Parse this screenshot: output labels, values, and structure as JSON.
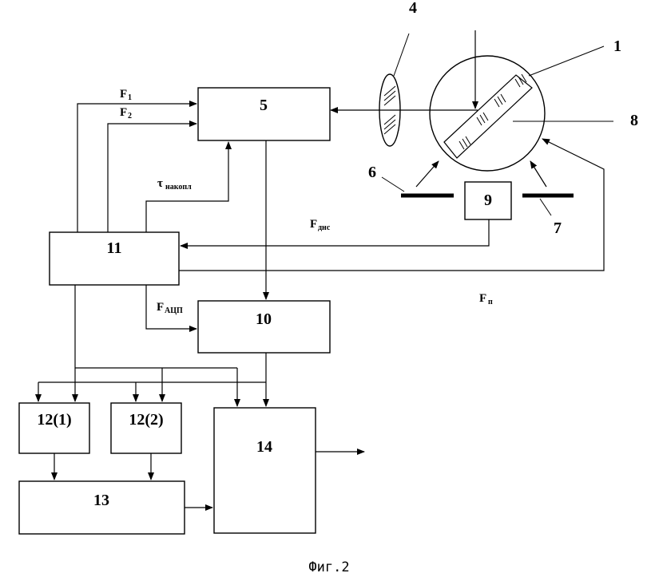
{
  "blocks": {
    "b5": "5",
    "b9": "9",
    "b10": "10",
    "b11": "11",
    "b12_1": "12(1)",
    "b12_2": "12(2)",
    "b13": "13",
    "b14": "14"
  },
  "callouts": {
    "c1": "1",
    "c4": "4",
    "c6": "6",
    "c7": "7",
    "c8": "8"
  },
  "signals": {
    "f1_main": "F",
    "f1_sub": "1",
    "f2_main": "F",
    "f2_sub": "2",
    "tau_main": "τ",
    "tau_sub": "накопл",
    "fdns_main": "F",
    "fdns_sub": "днс",
    "fadc_main": "F",
    "fadc_sub": "АЦП",
    "fp_main": "F",
    "fp_sub": "п"
  },
  "caption": "Фиг.2"
}
